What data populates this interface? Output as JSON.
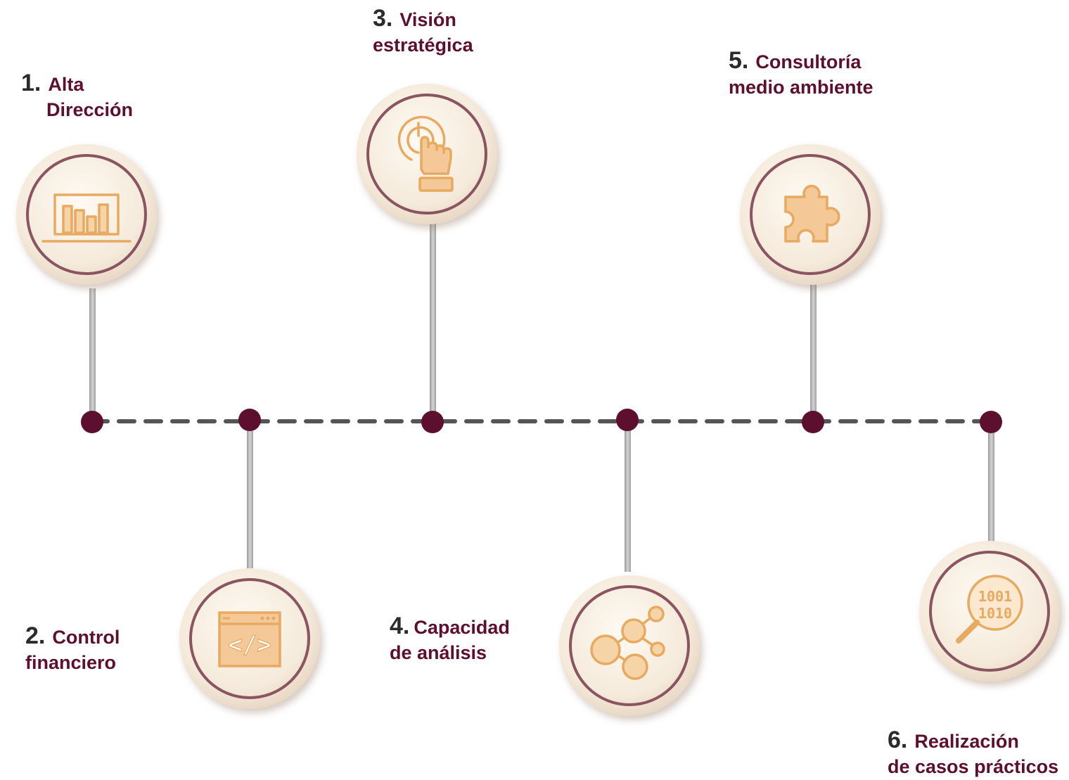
{
  "steps": [
    {
      "number": "1.",
      "line1": "Alta",
      "line2": "Dirección",
      "icon": "bar-chart-icon"
    },
    {
      "number": "2.",
      "line1": "Control",
      "line2": "financiero",
      "icon": "code-window-icon"
    },
    {
      "number": "3.",
      "line1": "Visión",
      "line2": "estratégica",
      "icon": "touch-power-icon"
    },
    {
      "number": "4.",
      "line1": "Capacidad",
      "line2": "de análisis",
      "icon": "network-nodes-icon"
    },
    {
      "number": "5.",
      "line1": "Consultoría",
      "line2": "medio ambiente",
      "icon": "puzzle-piece-icon"
    },
    {
      "number": "6.",
      "line1": "Realización",
      "line2": "de casos prácticos",
      "icon": "binary-search-icon"
    }
  ],
  "colors": {
    "node": "#5c0f2f",
    "icon": "#e8a960",
    "ring": "#8a5560",
    "connector": "#b5b5b5",
    "dash": "#555555"
  }
}
